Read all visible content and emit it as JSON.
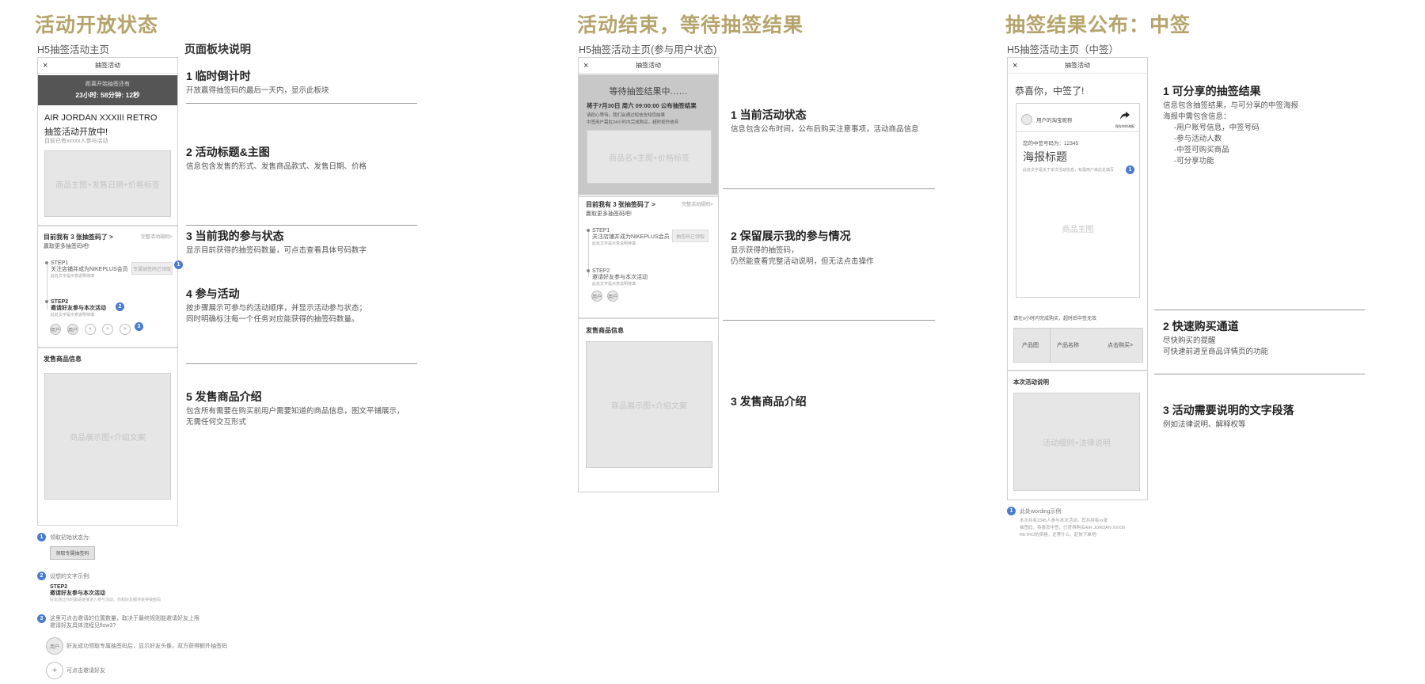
{
  "sections": {
    "s1": {
      "title": "活动开放状态",
      "subtitle": "H5抽签活动主页",
      "blocks_header": "页面板块说明"
    },
    "s2": {
      "title": "活动结束，等待抽签结果",
      "subtitle": "H5抽签活动主页(参与用户状态)"
    },
    "s3": {
      "title": "抽签结果公布：中签",
      "subtitle": "H5抽签活动主页（中签）"
    }
  },
  "phone1": {
    "nav_title": "抽签活动",
    "close_icon": "×",
    "countdown_label": "距离开始抽签还有",
    "countdown_value": "23小时: 58分钟: 12秒",
    "product_line1": "AIR JORDAN XXXIII RETRO",
    "product_line2": "抽签活动开放中!",
    "participants": "目前已有xxxxx人参与活动",
    "main_image": "商品主图+发售日期+价格标签",
    "codes_title": "目前我有 3 张抽签码了 >",
    "codes_link": "完整活动规则>",
    "codes_sub": "赢取更多抽签码吧!",
    "step1_label": "STEP1",
    "step1_text": "关注店铺并成为NIKEPLUS会员",
    "step1_note": "此处文字是示意说明待填",
    "step1_button": "专属抽签码已领取",
    "step2_label": "STEP2",
    "step2_text": "邀请好友参与本次活动",
    "step2_note": "此处文字是示意说明待填",
    "avatar1": "用户",
    "avatar2": "用户",
    "add_symbol": "+",
    "goods_title": "发售商品信息",
    "goods_image": "商品展示图+介绍文案"
  },
  "notes1": {
    "n1_label": "领取初始状态为:",
    "n1_button": "领取专属抽签码",
    "n2_label": "设想的文字示例:",
    "n2_step": "STEP2",
    "n2_text": "邀请好友参与本次活动",
    "n2_small": "好友通过你的邀请链接进入参与活动，你和好友都将获得抽签码",
    "n3_line1": "这里可点击邀请的位置数量，取决于最终规则能邀请好友上限",
    "n3_line2": "邀请好友具体流程见flow3?",
    "n3_avatar": "用户",
    "n3_avatar_text": "好友成功领取专属抽签码后，显示好友头像，双方获得额外抽签码",
    "n3_plus_text": "可点击邀请好友"
  },
  "desc1": [
    {
      "title": "1 临时倒计时",
      "lines": [
        "开放赢得抽签码的最后一天内，显示此板块"
      ]
    },
    {
      "title": "2 活动标题&主图",
      "lines": [
        "信息包含发售的形式、发售商品款式、发售日期、价格"
      ]
    },
    {
      "title": "3 当前我的参与状态",
      "lines": [
        "显示目前获得的抽签码数量，可点击查看具体号码数字"
      ]
    },
    {
      "title": "4 参与活动",
      "lines": [
        "按步骤展示可参与的活动顺序，并显示活动参与状态；",
        "同时明确标注每一个任务对应能获得的抽签码数量。"
      ]
    },
    {
      "title": "5 发售商品介绍",
      "lines": [
        "包含所有需要在购买前用户需要知道的商品信息，图文平铺展示，",
        "无需任何交互形式"
      ]
    }
  ],
  "phone2": {
    "nav_title": "抽签活动",
    "close_icon": "×",
    "waiting": "等待抽签结果中……",
    "announce": "将于7月30日 周六 09:00:00 公布抽签结果",
    "note1": "请耐心等待，我们会通过短信告知您结果",
    "note2": "中签用户需在24小时内完成购买，超时视作放弃",
    "main_image": "商品名+主图+价格标签",
    "codes_title": "目前我有 3 张抽签码了 >",
    "codes_link": "完整活动规则>",
    "codes_sub": "赢取更多抽签码吧!",
    "step1_label": "STEP1",
    "step1_text": "关注店铺并成为NIKEPLUS会员",
    "step1_note": "此处文字是示意说明待填",
    "step1_button": "抽签码已领取",
    "step2_label": "STEP2",
    "step2_text": "邀请好友参与本次活动",
    "step2_note": "此处文字是示意说明待填",
    "avatar1": "用户",
    "avatar2": "用户",
    "goods_title": "发售商品信息",
    "goods_image": "商品展示图+介绍文案"
  },
  "desc2": [
    {
      "title": "1 当前活动状态",
      "lines": [
        "信息包含公布时间，公布后购买注意事项，活动商品信息"
      ]
    },
    {
      "title": "2 保留展示我的参与情况",
      "lines": [
        "显示获得的抽签码，",
        "仍然能查看完整活动说明，但无法点击操作"
      ]
    },
    {
      "title": "3 发售商品介绍",
      "lines": []
    }
  ],
  "phone3": {
    "nav_title": "抽签活动",
    "close_icon": "×",
    "congrats": "恭喜你，中签了!",
    "user_name": "用户的淘宝昵称",
    "share_label": "保存你的海报",
    "code_line": "您的中签号码为：12345",
    "poster_title": "海报标题",
    "poster_small": "此处文字是关于本次活动信息，有需用户来此处填写",
    "main_image": "商品主图",
    "buy_tip": "请在x小时内完成购买，超时后中签无效",
    "product_image": "产品图",
    "product_name": "产品名称",
    "buy_link": "点击购买>",
    "rules_title": "本次活动说明",
    "rules_image": "活动细则+法律说明"
  },
  "notes3": {
    "label": "此处wording示例:",
    "line1": "本次共有2345人参与本次活动，您共持有xx张",
    "line2": "抽签码，恭喜您中签，已获得购买AIR JORDAN XXXIII",
    "line3": "RETRO的资格，还等什么，赶快下单吧!"
  },
  "desc3": [
    {
      "title": "1 可分享的抽签结果",
      "lines": [
        "信息包含抽签结果，与可分享的中签海报",
        "海报中需包含信息："
      ],
      "bullets": [
        "-用户账号信息，中签号码",
        "-参与活动人数",
        "-中签可购买商品",
        "-可分享功能"
      ]
    },
    {
      "title": "2 快速购买通道",
      "lines": [
        "尽快购买的提醒",
        "可快速前进至商品详情页的功能"
      ]
    },
    {
      "title": "3 活动需要说明的文字段落",
      "lines": [
        "例如法律说明、解释权等"
      ]
    }
  ],
  "badges": [
    "1",
    "2",
    "3"
  ],
  "colors": {
    "title_gold": "#b5a46c",
    "badge_blue": "#4a7bd0",
    "countdown_bg": "#555555",
    "wait_bg": "#c8c8c8"
  }
}
